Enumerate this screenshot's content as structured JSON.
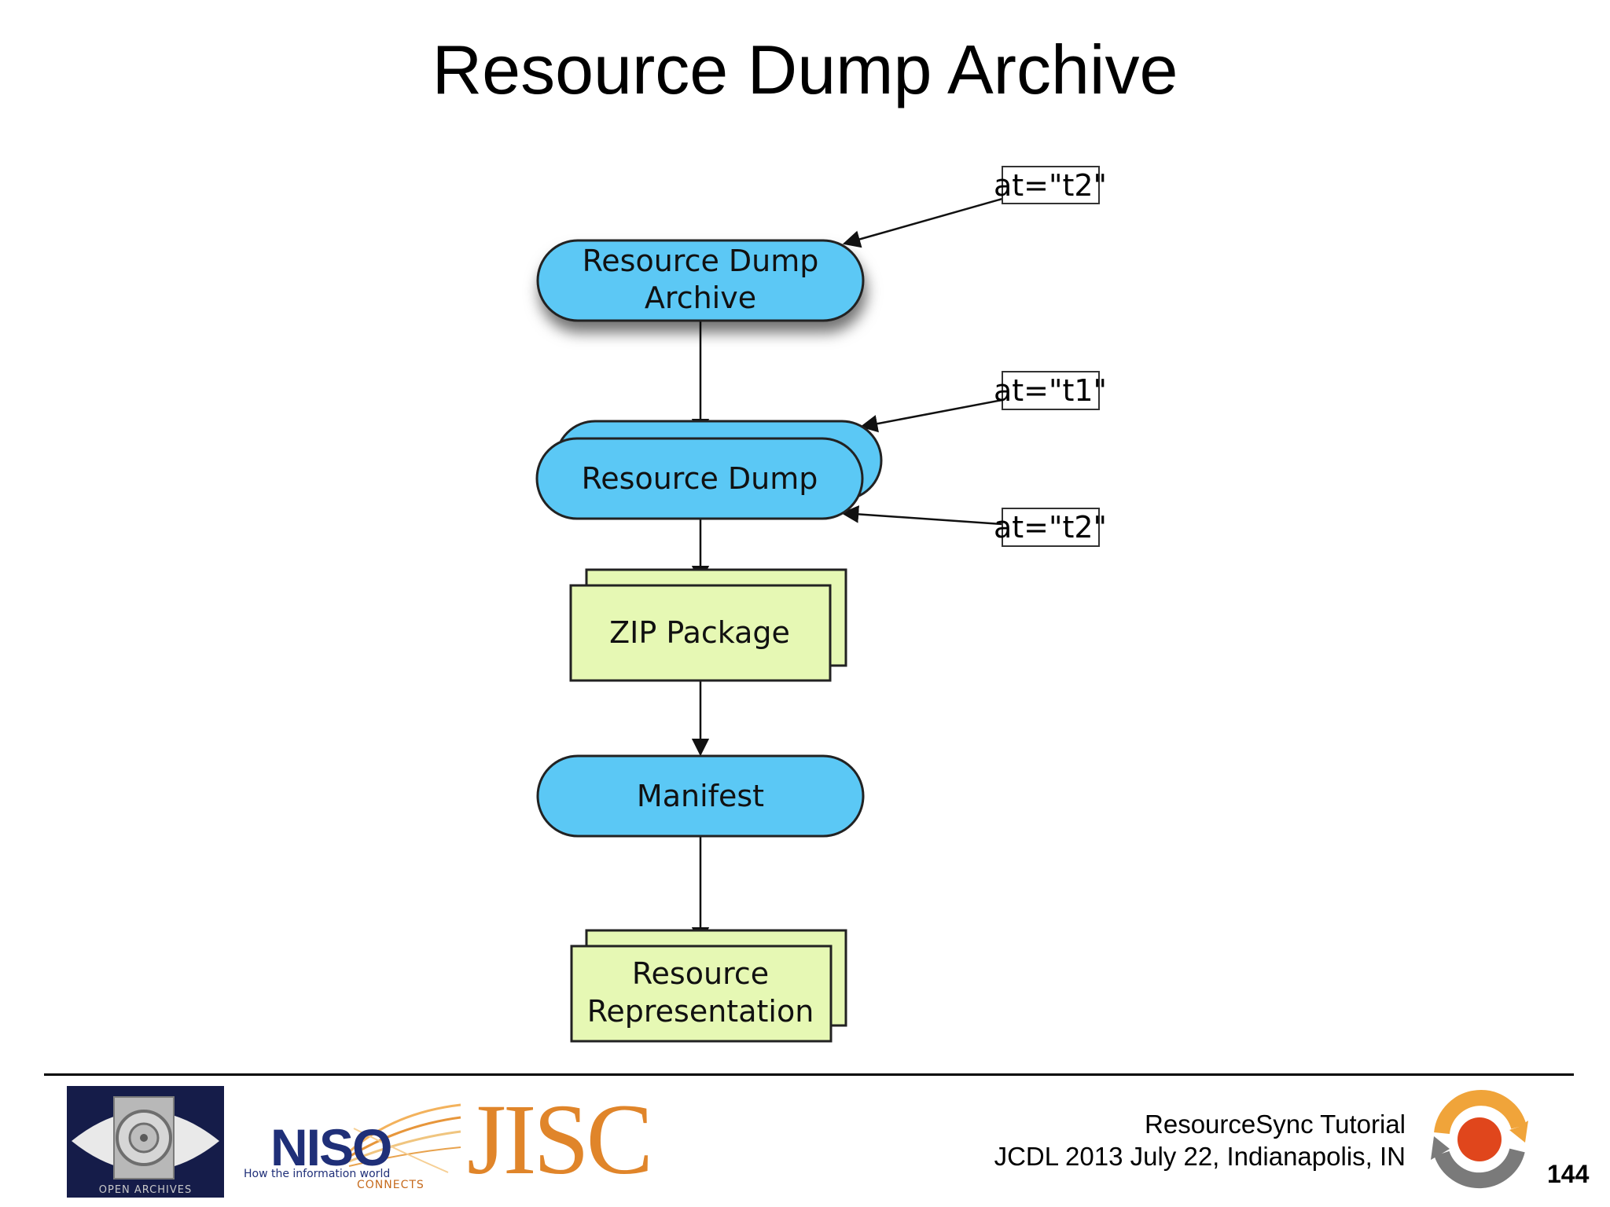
{
  "slide": {
    "title": "Resource Dump Archive",
    "page_number": "144"
  },
  "diagram": {
    "nodes": {
      "resource_dump_archive": {
        "line1": "Resource Dump",
        "line2": "Archive"
      },
      "resource_dump": {
        "label": "Resource Dump"
      },
      "zip_package": {
        "label": "ZIP Package"
      },
      "manifest": {
        "label": "Manifest"
      },
      "resource_representation": {
        "line1": "Resource",
        "line2": "Representation"
      }
    },
    "annotations": {
      "archive_at": "at=\"t2\"",
      "dump_at_1": "at=\"t1\"",
      "dump_at_2": "at=\"t2\""
    },
    "colors": {
      "oval_fill": "#5bc8f5",
      "box_fill": "#e6f8b4",
      "stroke": "#222222"
    }
  },
  "footer": {
    "line1": "ResourceSync Tutorial",
    "line2": "JCDL 2013 July 22, Indianapolis, IN",
    "logos": {
      "open_archives": "OPEN ARCHIVES",
      "niso": "NISO",
      "niso_tagline1": "How the information world",
      "niso_tagline2": "CONNECTS",
      "jisc": "JISC"
    }
  }
}
